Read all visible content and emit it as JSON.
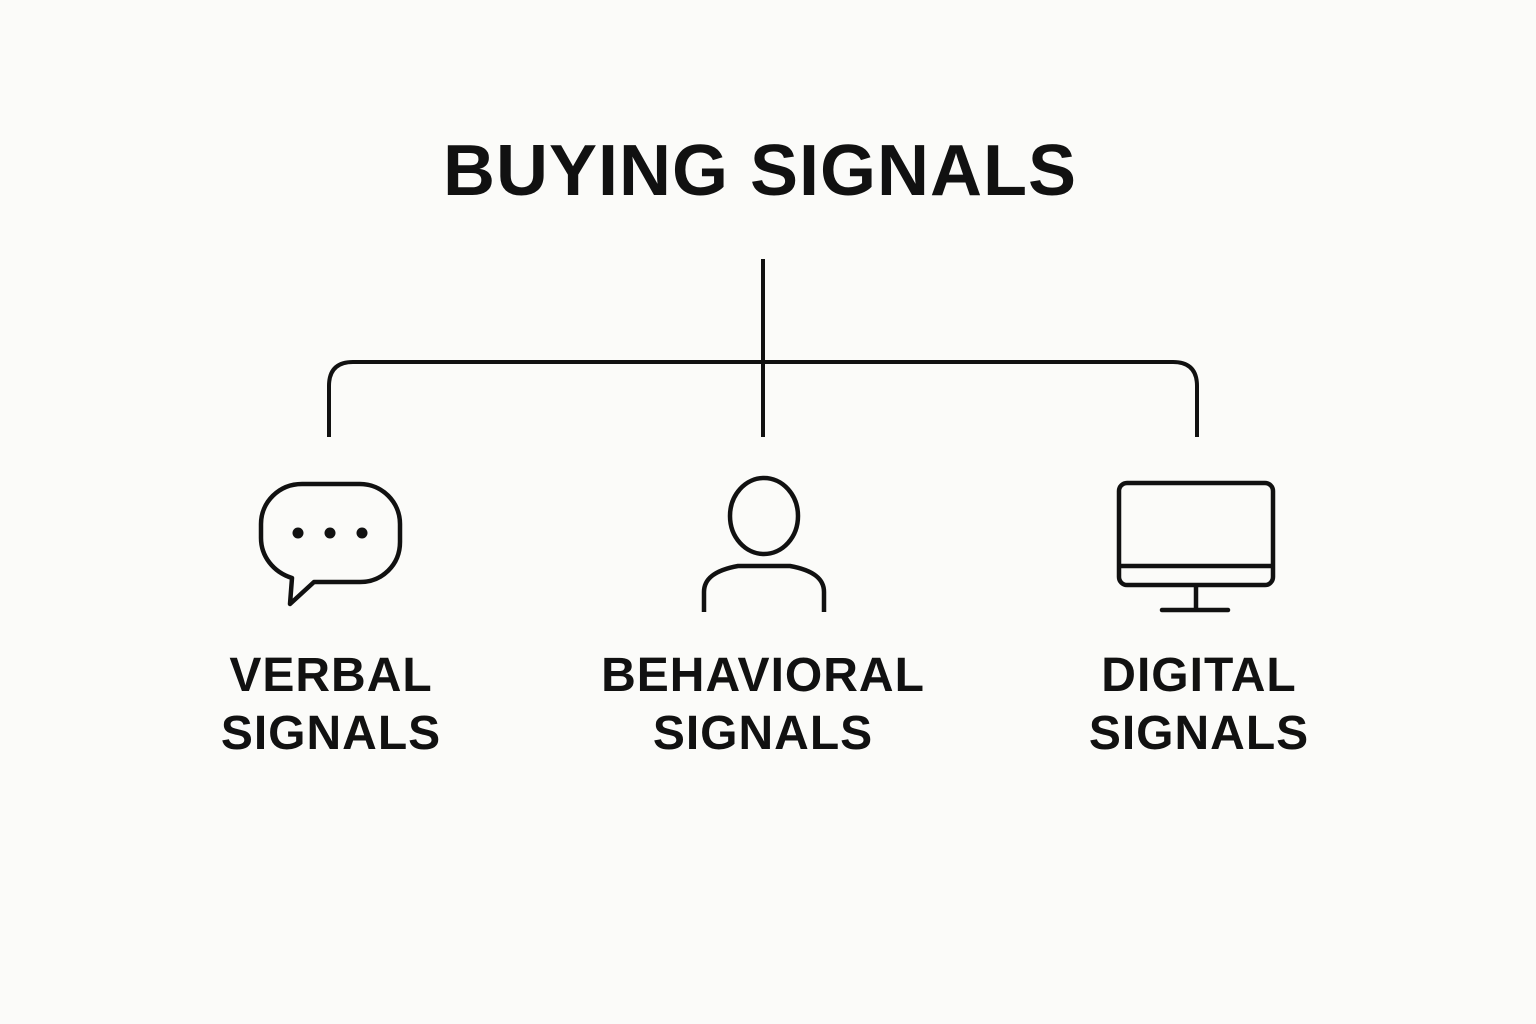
{
  "diagram": {
    "title": "BUYING SIGNALS",
    "branches": [
      {
        "icon": "speech-bubble-icon",
        "line1": "VERBAL",
        "line2": "SIGNALS"
      },
      {
        "icon": "person-icon",
        "line1": "BEHAVIORAL",
        "line2": "SIGNALS"
      },
      {
        "icon": "monitor-icon",
        "line1": "DIGITAL",
        "line2": "SIGNALS"
      }
    ],
    "colors": {
      "background": "#fbfbf9",
      "ink": "#111111"
    }
  }
}
